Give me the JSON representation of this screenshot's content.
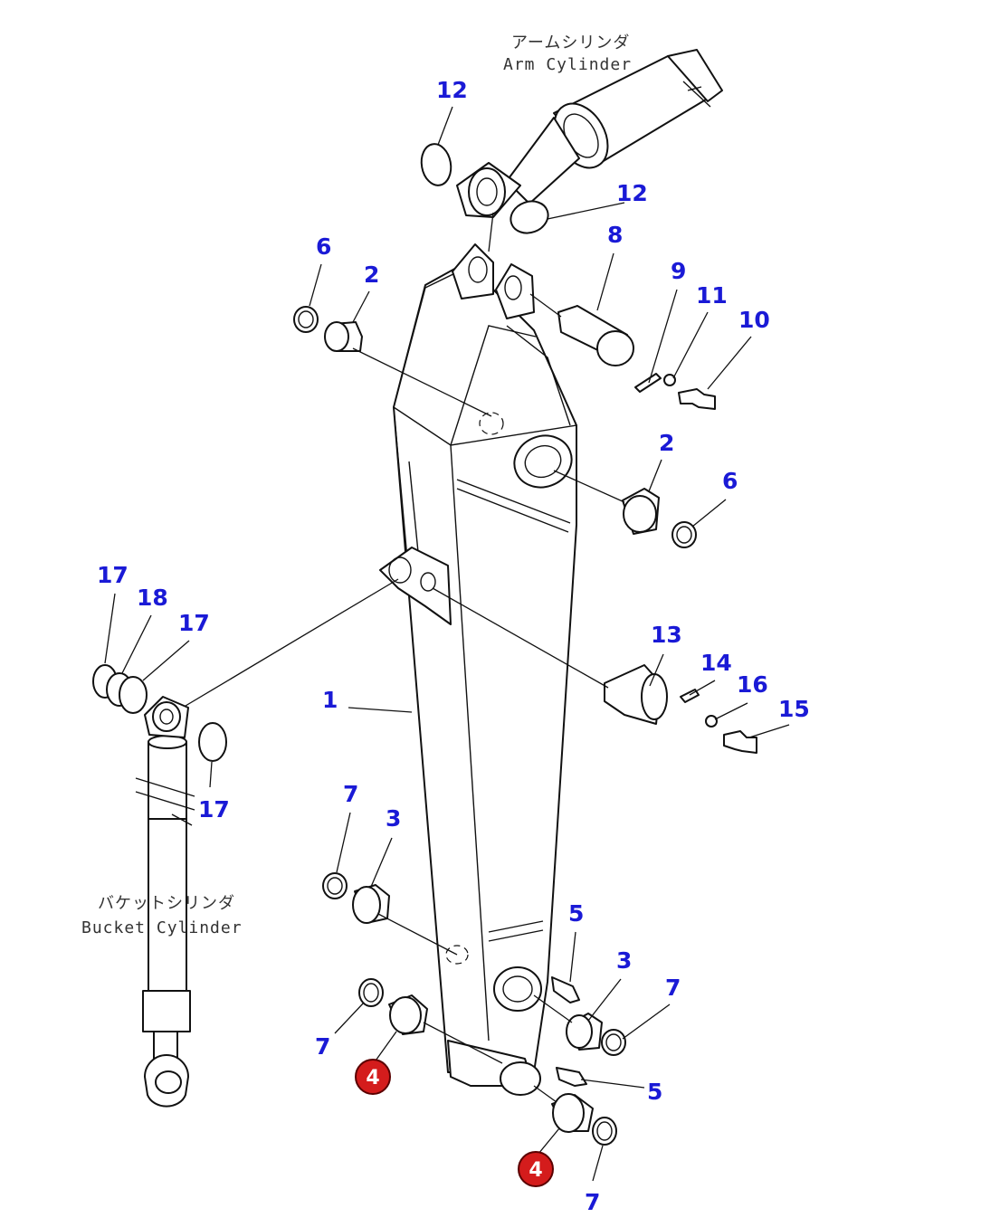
{
  "captions": {
    "arm_cylinder_jp": "アームシリンダ",
    "arm_cylinder_en": "Arm Cylinder",
    "bucket_cylinder_jp": "バケットシリンダ",
    "bucket_cylinder_en": "Bucket Cylinder"
  },
  "callouts": {
    "c1": "1",
    "c2a": "2",
    "c2b": "2",
    "c3a": "3",
    "c3b": "3",
    "c5a": "5",
    "c5b": "5",
    "c6a": "6",
    "c6b": "6",
    "c7a": "7",
    "c7b": "7",
    "c7c": "7",
    "c7d": "7",
    "c8": "8",
    "c9": "9",
    "c10": "10",
    "c11": "11",
    "c12a": "12",
    "c12b": "12",
    "c13": "13",
    "c14": "14",
    "c15": "15",
    "c16": "16",
    "c17a": "17",
    "c17b": "17",
    "c17c": "17",
    "c18": "18"
  },
  "highlighted": {
    "h4a": "4",
    "h4b": "4"
  },
  "colors": {
    "callout": "#1a1ad6",
    "highlight": "#d41c1c",
    "line": "#111111"
  }
}
